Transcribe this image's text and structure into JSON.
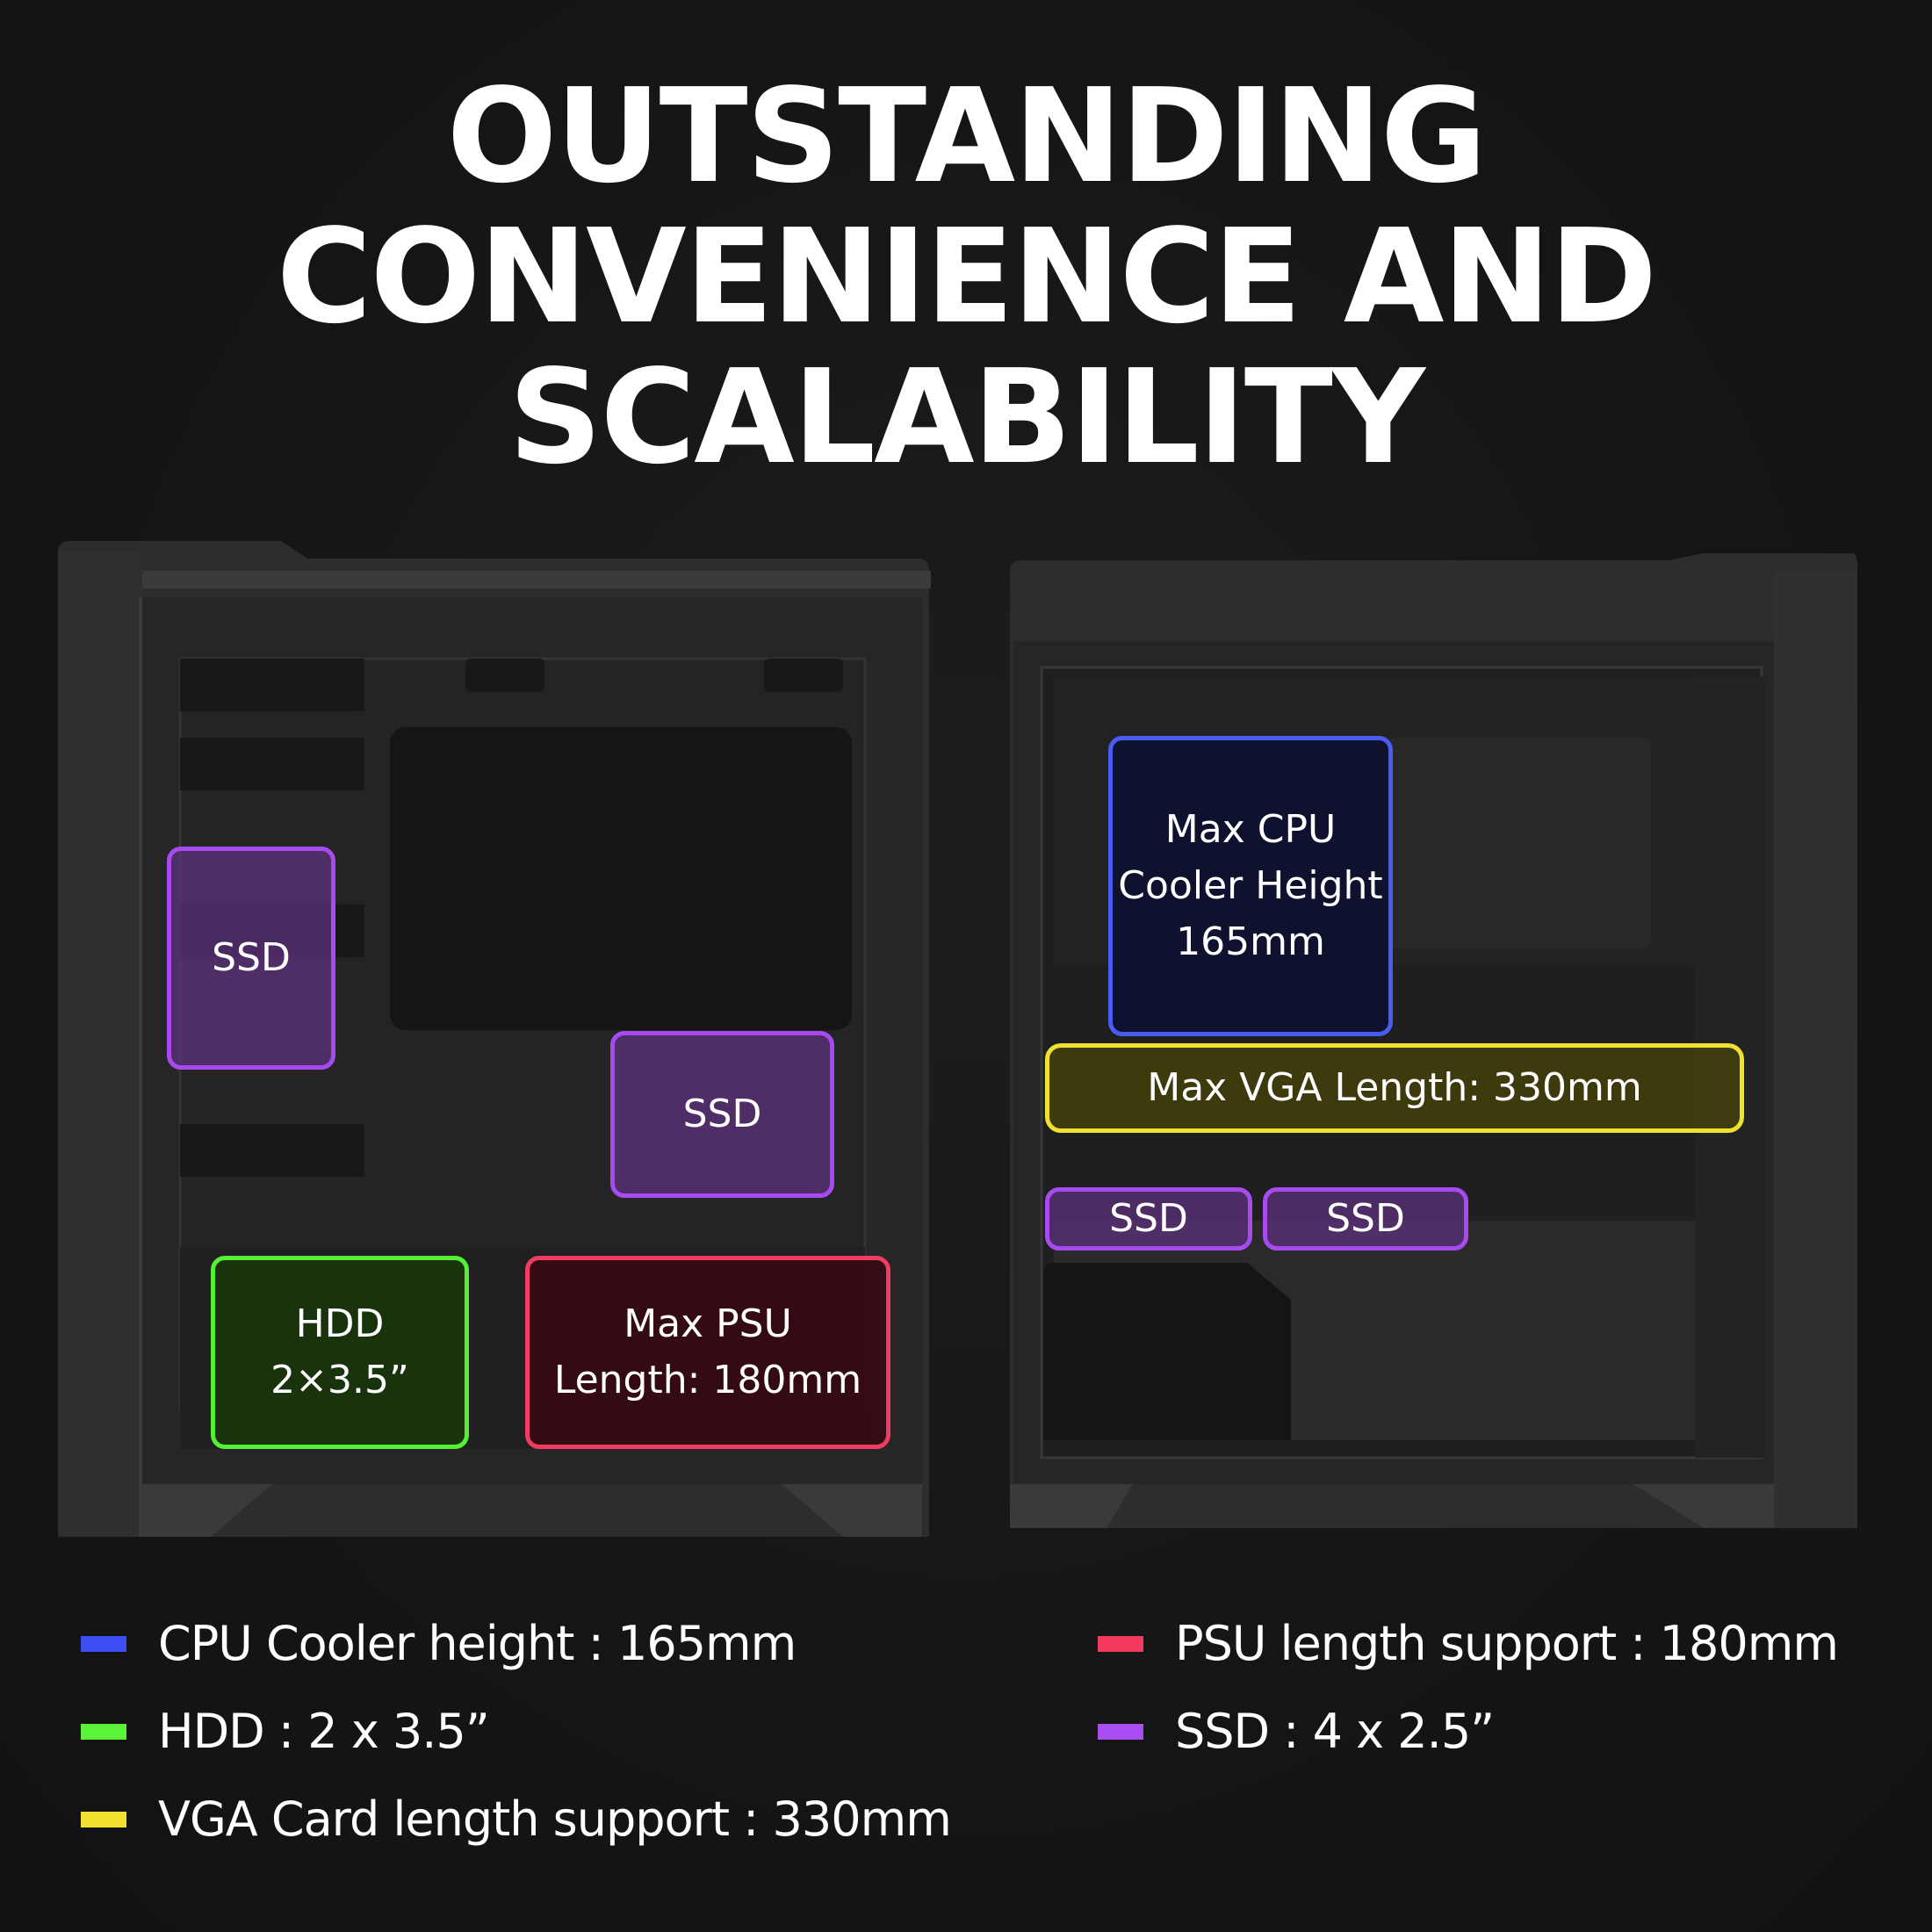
{
  "title": [
    "OUTSTANDING",
    "CONVENIENCE AND",
    "SCALABILITY"
  ],
  "callouts": {
    "ssd_left": "SSD",
    "ssd_center": "SSD",
    "ssd_right_a": "SSD",
    "ssd_right_b": "SSD",
    "hdd": [
      "HDD",
      "2×3.5”"
    ],
    "psu": [
      "Max PSU",
      "Length: 180mm"
    ],
    "cpu": [
      "Max CPU",
      "Cooler Height",
      "165mm"
    ],
    "vga": "Max VGA Length: 330mm"
  },
  "legend": [
    {
      "label": "CPU Cooler height : 165mm",
      "color": "#3a4ef2"
    },
    {
      "label": "HDD : 2 x 3.5”",
      "color": "#5cf23a"
    },
    {
      "label": "VGA Card length support : 330mm",
      "color": "#f2e02e"
    },
    {
      "label": "PSU length support : 180mm",
      "color": "#f23a5c"
    },
    {
      "label": "SSD : 4 x 2.5”",
      "color": "#a84ef2"
    }
  ],
  "colors": {
    "background": "#161616",
    "case_body": "#2e2e2e",
    "case_interior": "#232323"
  }
}
